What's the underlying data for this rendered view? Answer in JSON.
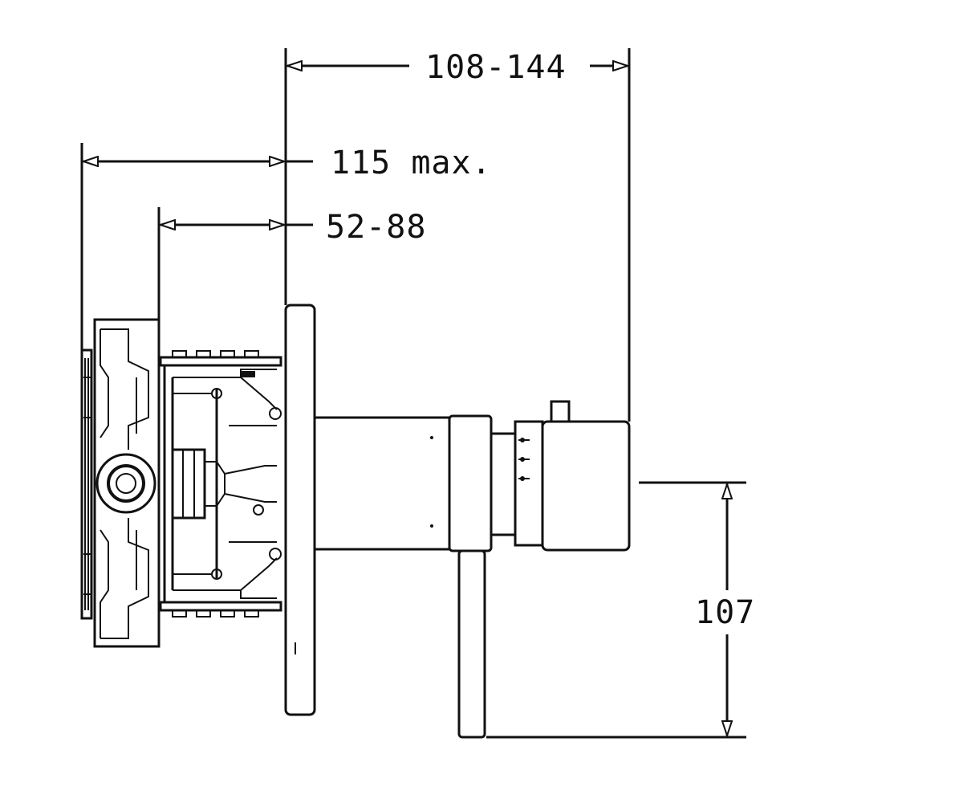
{
  "dimensions": {
    "overall_projection": "108-144",
    "max_depth": "115 max.",
    "install_depth": "52-88",
    "lever_height": "107"
  },
  "colors": {
    "line": "#111111",
    "background": "#ffffff"
  }
}
